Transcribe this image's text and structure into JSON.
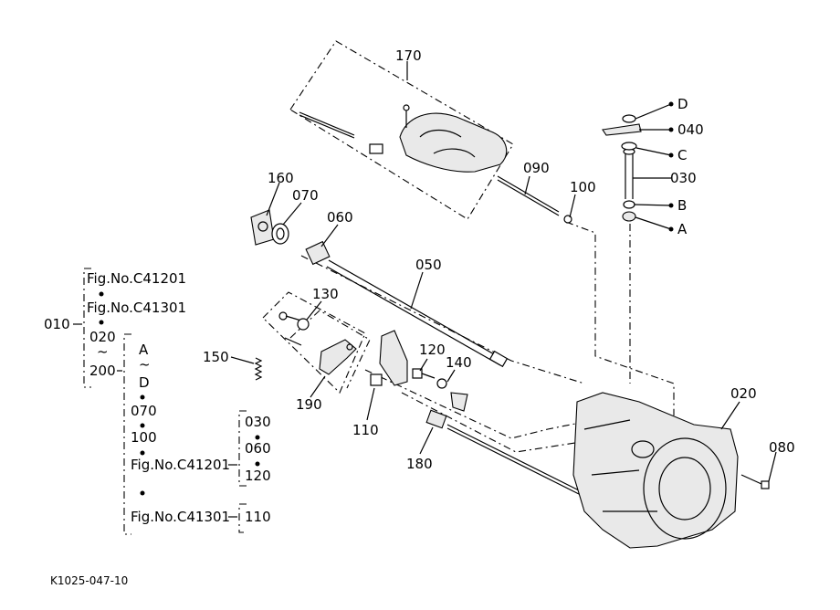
{
  "callouts": {
    "p170": "170",
    "p160": "160",
    "p070": "070",
    "p060": "060",
    "p090": "090",
    "p100": "100",
    "p050": "050",
    "p130": "130",
    "p150": "150",
    "p190": "190",
    "p110": "110",
    "p120": "120",
    "p140": "140",
    "p180": "180",
    "p020": "020",
    "p080": "080",
    "pD": "D",
    "p040": "040",
    "pC": "C",
    "p030": "030",
    "pB": "B",
    "pA": "A"
  },
  "legend": {
    "root": "010",
    "col1": {
      "fig1": "Fig.No.C41201",
      "fig2": "Fig.No.C41301",
      "from": "020",
      "tilde": "~",
      "to": "200"
    },
    "col2": {
      "from": "A",
      "tilde": "~",
      "to": "D",
      "p070": "070",
      "p100": "100",
      "fig1": "Fig.No.C41201",
      "fig2": "Fig.No.C41301"
    },
    "col3a": {
      "p030": "030",
      "p060": "060",
      "p120": "120"
    },
    "col3b": {
      "p110": "110"
    }
  },
  "footer": {
    "code": "K1025-047-10"
  }
}
